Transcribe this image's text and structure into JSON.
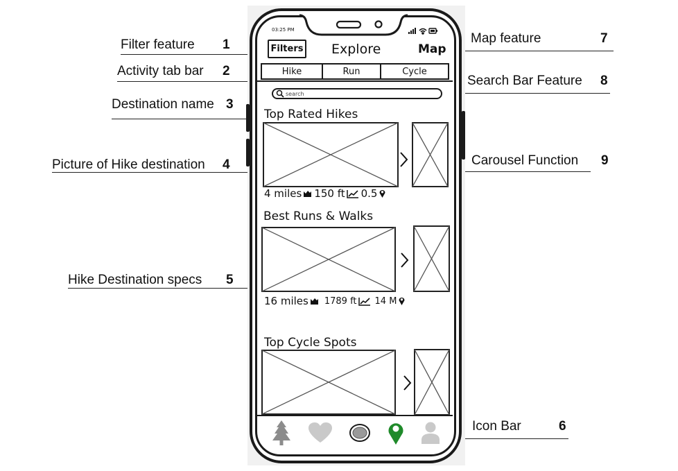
{
  "annotations": {
    "left": [
      {
        "label": "Filter feature",
        "number": "1"
      },
      {
        "label": "Activity tab bar",
        "number": "2"
      },
      {
        "label": "Destination name",
        "number": "3"
      },
      {
        "label": "Picture of Hike destination",
        "number": "4"
      },
      {
        "label": "Hike Destination specs",
        "number": "5"
      }
    ],
    "right": [
      {
        "label": "Map feature",
        "number": "7"
      },
      {
        "label": "Search Bar Feature",
        "number": "8"
      },
      {
        "label": "Carousel Function",
        "number": "9"
      },
      {
        "label": "Icon Bar",
        "number": "6"
      }
    ]
  },
  "status_bar": {
    "time": "03:25 PM"
  },
  "header": {
    "filters_label": "Filters",
    "title": "Explore",
    "map_label": "Map"
  },
  "tabs": [
    "Hike",
    "Run",
    "Cycle"
  ],
  "search": {
    "placeholder": "search"
  },
  "sections": [
    {
      "title": "Top Rated Hikes",
      "distance": "4 miles",
      "elevation": "150 ft",
      "rating": "0.5"
    },
    {
      "title": "Best Runs & Walks",
      "distance": "16 miles",
      "elevation": "1789 ft",
      "rating": "14 M"
    },
    {
      "title": "Top Cycle Spots"
    }
  ],
  "icon_bar": [
    {
      "icon": "tree-icon",
      "color": "#8c8c8c"
    },
    {
      "icon": "heart-icon",
      "color": "#c9c9c9"
    },
    {
      "icon": "record-button-icon",
      "color": "#9a9a9a"
    },
    {
      "icon": "location-pin-icon",
      "color": "#1f8a2a"
    },
    {
      "icon": "user-profile-icon",
      "color": "#c9c9c9"
    }
  ]
}
